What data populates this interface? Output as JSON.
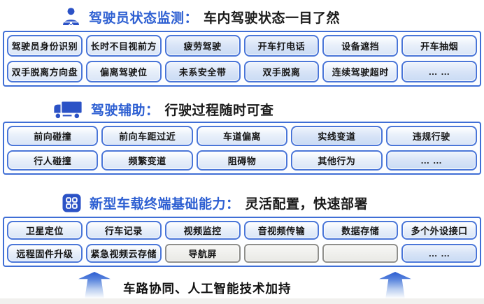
{
  "colors": {
    "title_blue": "#2d5fd2",
    "icon_blue": "#2b52c6",
    "cell_border_blue": "#4a76d8",
    "container_border_blue": "#3f6ed5",
    "cell_bg_light_blue": "#d9e5f7",
    "grey_cell_bg": "#ededea",
    "grey_cell_border": "#8f8f8b",
    "text_dark": "#161616"
  },
  "sections": [
    {
      "id": "driver-status-monitoring",
      "icon": "driver-steering-wheel-icon",
      "title": "驾驶员状态监测：",
      "subtitle": "车内驾驶状态一目了然",
      "columns": 6,
      "cells": [
        {
          "label": "驾驶员身份识别",
          "style": "blue"
        },
        {
          "label": "长时不目视前方",
          "style": "blue"
        },
        {
          "label": "疲劳驾驶",
          "style": "tint"
        },
        {
          "label": "开车打电话",
          "style": "tint"
        },
        {
          "label": "设备遮挡",
          "style": "blue"
        },
        {
          "label": "开车抽烟",
          "style": "blue"
        },
        {
          "label": "双手脱离方向盘",
          "style": "blue"
        },
        {
          "label": "偏离驾驶位",
          "style": "blue"
        },
        {
          "label": "未系安全带",
          "style": "tint"
        },
        {
          "label": "双手脱离",
          "style": "tint"
        },
        {
          "label": "连续驾驶超时",
          "style": "blue"
        },
        {
          "label": "… …",
          "style": "tint"
        }
      ]
    },
    {
      "id": "driving-assistance",
      "icon": "truck-icon",
      "title": "驾驶辅助：",
      "subtitle": "行驶过程随时可查",
      "columns": 5,
      "cells": [
        {
          "label": "前向碰撞",
          "style": "blue"
        },
        {
          "label": "前向车距过近",
          "style": "blue"
        },
        {
          "label": "车道偏离",
          "style": "blue"
        },
        {
          "label": "实线变道",
          "style": "tint"
        },
        {
          "label": "违规行驶",
          "style": "blue"
        },
        {
          "label": "行人碰撞",
          "style": "blue"
        },
        {
          "label": "频繁变道",
          "style": "blue"
        },
        {
          "label": "阻碍物",
          "style": "blue"
        },
        {
          "label": "其他行为",
          "style": "blue"
        },
        {
          "label": "… …",
          "style": "tint"
        }
      ]
    },
    {
      "id": "vehicle-terminal-capability",
      "icon": "app-grid-icon",
      "title": "新型车载终端基础能力：",
      "subtitle": "灵活配置，快速部署",
      "columns": 6,
      "cells": [
        {
          "label": "卫星定位",
          "style": "blue"
        },
        {
          "label": "行车记录",
          "style": "blue"
        },
        {
          "label": "视频监控",
          "style": "blue"
        },
        {
          "label": "音视频传输",
          "style": "blue"
        },
        {
          "label": "数据存储",
          "style": "blue"
        },
        {
          "label": "多个外设接口",
          "style": "blue"
        },
        {
          "label": "远程固件升级",
          "style": "blue"
        },
        {
          "label": "紧急视频云存储",
          "style": "blue"
        },
        {
          "label": "导航屏",
          "style": "grey"
        },
        {
          "label": "",
          "style": "grey"
        },
        {
          "label": "",
          "style": "grey"
        },
        {
          "label": "… …",
          "style": "tint"
        }
      ]
    }
  ],
  "footer": {
    "caption": "车路协同、人工智能技术加持"
  }
}
